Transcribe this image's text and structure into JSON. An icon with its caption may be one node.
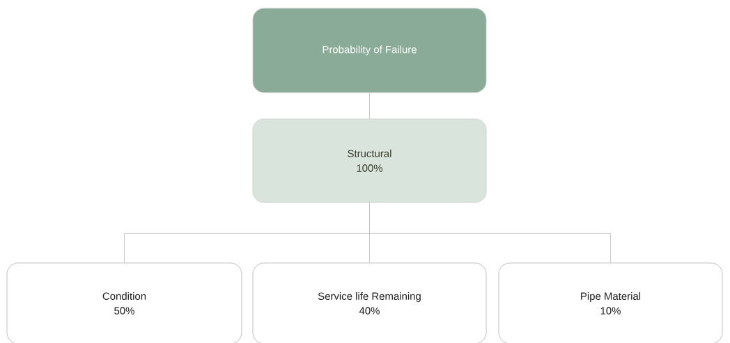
{
  "diagram": {
    "nodes": [
      {
        "text": [
          "Probability of Failure"
        ]
      },
      {
        "text": [
          "Structural",
          "100%"
        ]
      },
      {
        "text": [
          "Condition",
          "50%"
        ]
      },
      {
        "text": [
          "Service life Remaining",
          "40%"
        ]
      },
      {
        "text": [
          "Pipe Material",
          "10%"
        ]
      }
    ],
    "edges": [
      {
        "from": 0,
        "to": 1,
        "arrow": "none"
      },
      {
        "from": 1,
        "to": 2,
        "arrow": "none"
      },
      {
        "from": 1,
        "to": 3,
        "arrow": "none"
      },
      {
        "from": 1,
        "to": 4,
        "arrow": "none"
      }
    ]
  }
}
